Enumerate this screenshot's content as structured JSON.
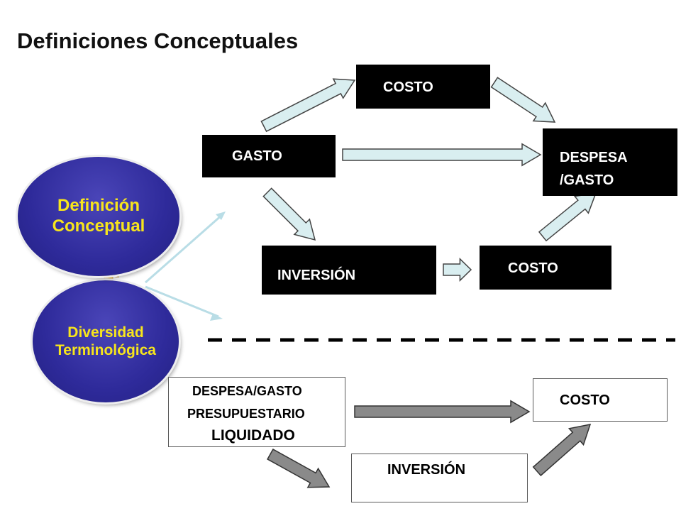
{
  "title": "Definiciones Conceptuales",
  "left_concepts": {
    "definicion_line1": "Definición",
    "definicion_line2": "Conceptual",
    "diversidad_line1": "Diversidad",
    "diversidad_line2": "Terminológica"
  },
  "top_flow": {
    "costo_top": "COSTO",
    "gasto": "GASTO",
    "despesa_line1": "DESPESA",
    "despesa_line2": "/GASTO",
    "inversion": "INVERSIÓN",
    "costo_mid": "COSTO"
  },
  "bottom_flow": {
    "despesa_line1": "DESPESA/GASTO",
    "despesa_line2": "PRESUPUESTARIO",
    "despesa_line3": "LIQUIDADO",
    "costo": "COSTO",
    "inversion": "INVERSIÓN"
  },
  "colors": {
    "bubble_fill": "#2e2a9a",
    "bubble_text": "#f7e51c",
    "double_arrow": "#f2b51c",
    "top_arrow_fill": "#d9eef0",
    "bottom_arrow_fill": "#8a8a8a",
    "box_dark": "#000000"
  }
}
